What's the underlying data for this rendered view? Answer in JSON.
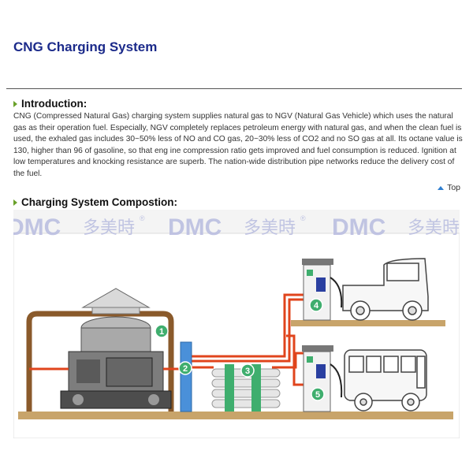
{
  "page": {
    "title": "CNG Charging System"
  },
  "introduction": {
    "heading": "Introduction:",
    "body": "CNG (Compressed Natural Gas) charging system supplies natural gas to NGV (Natural Gas Vehicle) which uses the natural gas as their operation fuel. Especially, NGV completely replaces petroleum energy with natural gas, and when the clean fuel is used, the exhaled gas includes 30~50% less of NO and CO gas, 20~30% less of CO2 and no SO gas at all. Its octane value is 130, higher than 96 of gasoline, so that eng ine compression ratio gets improved and fuel consumption is reduced. Ignition at low temperatures and knocking resistance are superb. The nation-wide distribution pipe networks reduce the delivery cost of the fuel."
  },
  "top_link": {
    "label": "Top"
  },
  "composition": {
    "heading": "Charging System Compostion:"
  },
  "watermark": {
    "brand": "DMC",
    "chinese": "多美時",
    "mark": "®"
  },
  "diagram": {
    "markers": [
      "1",
      "2",
      "3",
      "4",
      "5"
    ]
  },
  "colors": {
    "title": "#1b2a8a",
    "heading_arrow": "#6aa12a",
    "pipe_red": "#e0441c",
    "marker_green": "#3fae6e",
    "buffer_blue": "#4a90d9",
    "wall_brown": "#8a5a2b",
    "ground": "#c8a46a"
  }
}
